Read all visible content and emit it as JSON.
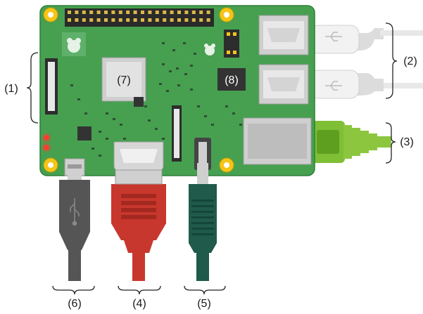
{
  "labels": {
    "l1": "(1)",
    "l2": "(2)",
    "l3": "(3)",
    "l4": "(4)",
    "l5": "(5)",
    "l6": "(6)",
    "l7": "(7)",
    "l8": "(8)"
  },
  "colors": {
    "board": "#3f9a4b",
    "board_edge": "#2f7f3b",
    "mount_hole": "#f5c518",
    "usb_cable": "#e6e6e6",
    "ethernet_cable": "#8cc63f",
    "hdmi_cable": "#c8372d",
    "audio_cable": "#1f5a4a",
    "power_cable": "#4a4a4a"
  }
}
